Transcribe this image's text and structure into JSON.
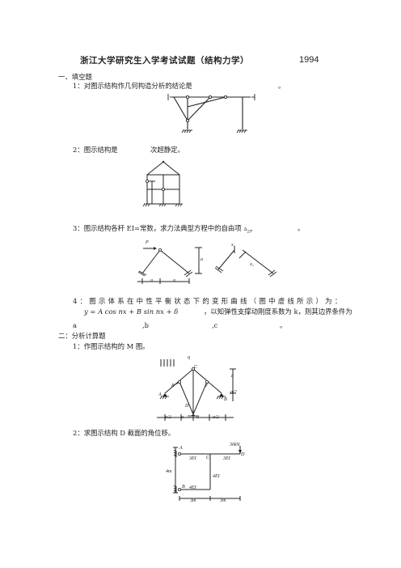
{
  "title": "浙江大学研究生入学考试试题（结构力学）",
  "year": "1994",
  "section1": "一、填空题",
  "q1": "1：对图示结构作几何构造分析的结论是",
  "q1_end": "。",
  "q2_pre": "2：图示结构是",
  "q2_post": "次超静定。",
  "q3_pre": "3：图示结构各杆 EI=常数，求力法典型方程中的自由项",
  "q3_sym": "Δ",
  "q3_sub": "2P",
  "q3_end": "。",
  "q4_line1": "4：图示体系在中性平衡状态下的变形曲线（图中虚线所示）为：",
  "q4_formula": "y = A cos nx + B sin nx + δ",
  "q4_line2": "，以知弹性支撑动刚度系数为 k，则其边界条件为",
  "q4_a": "a",
  "q4_b": ",b",
  "q4_c": ",c",
  "q4_end": "。",
  "section2": "二：分析计算题",
  "p1": "1：作图示结构的  M 图。",
  "p2": "2：求图示结构 D  截面的角位移。",
  "fig3": {
    "P": "P",
    "a1": "a",
    "a2": "a",
    "a3": "a",
    "x1": "x₁",
    "x2": "x₂"
  },
  "fig5": {
    "q": "q",
    "C": "C",
    "E": "E",
    "F": "F",
    "A": "A",
    "B": "B",
    "D": "D",
    "a_right": "a",
    "a2_right": "a/2",
    "dims": [
      "a/2",
      "a",
      "a",
      "a/2"
    ]
  },
  "fig6": {
    "load": "30kN",
    "A": "A",
    "C": "C",
    "D": "D",
    "B": "B",
    "ei1": "3EI",
    "ei2": "3EI",
    "ei3": "4EI",
    "ei4": "4EI",
    "h": "4m",
    "w1": "3m",
    "w2": "3m"
  }
}
